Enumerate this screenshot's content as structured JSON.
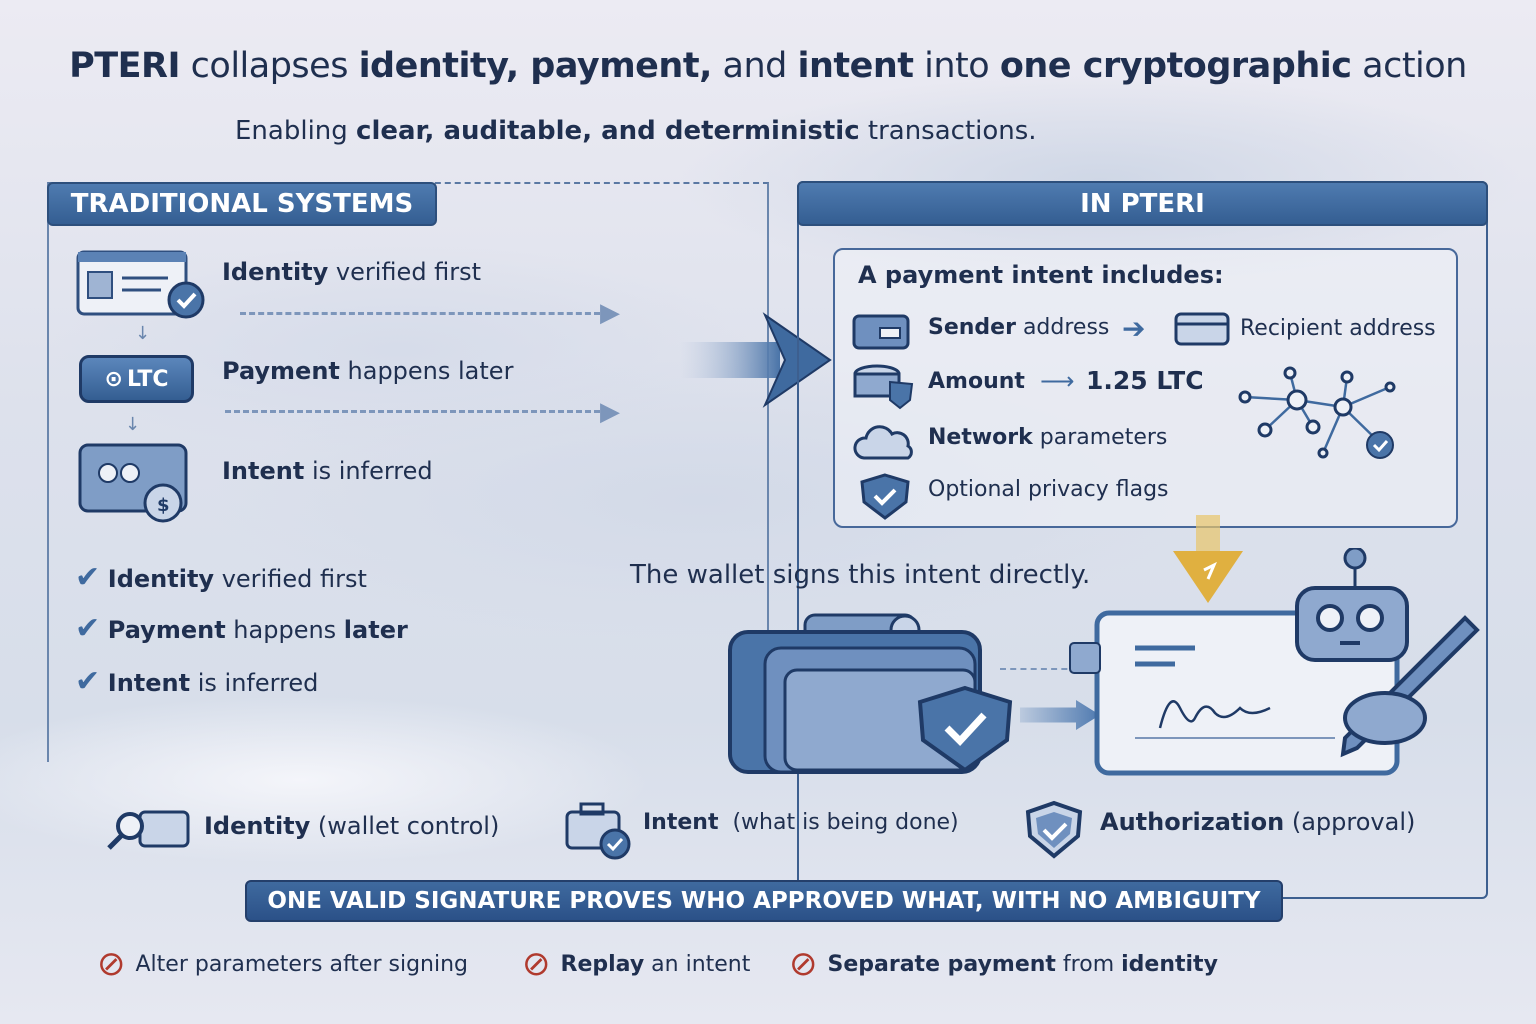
{
  "title": {
    "p0": "PTERI",
    "p1": " collapses ",
    "p2": "identity, payment,",
    "p3": " and ",
    "p4": "intent",
    "p5": " into ",
    "p6": "one cryptographic",
    "p7": " action"
  },
  "subtitle": {
    "p0": "Enabling ",
    "p1": "clear, auditable, and deterministic",
    "p2": " transactions."
  },
  "traditional": {
    "header": "TRADITIONAL SYSTEMS",
    "steps": [
      {
        "bold": "Identity",
        "rest": " verified first"
      },
      {
        "bold": "Payment",
        "rest": " happens later"
      },
      {
        "bold": "Intent",
        "rest": " is inferred"
      }
    ],
    "ltc_badge": "LTC",
    "checks": [
      {
        "bold": "Identity",
        "rest": " verified first"
      },
      {
        "bold": "Payment",
        "rest": " happens ",
        "bold2": "later"
      },
      {
        "bold": "Intent",
        "rest": " is inferred"
      }
    ]
  },
  "pteri": {
    "header": "IN PTERI",
    "intro": "A payment intent includes:",
    "sender": {
      "bold": "Sender",
      "rest": " address"
    },
    "recipient": "Recipient address",
    "amount_label": "Amount",
    "amount_value": "1.25 LTC",
    "network": {
      "bold": "Network",
      "rest": " parameters"
    },
    "privacy": "Optional privacy flags",
    "wallet_signs": "The wallet signs this intent directly."
  },
  "pillars": [
    {
      "bold": "Identity",
      "rest": " (wallet control)"
    },
    {
      "bold": "Intent",
      "rest": "  (what is being done)"
    },
    {
      "bold": "Authorization",
      "rest": " (approval)"
    }
  ],
  "banner": "ONE VALID SIGNATURE PROVES WHO APPROVED WHAT, WITH NO AMBIGUITY",
  "prohibited": [
    {
      "p0": "Alter parameters after signing",
      "p1": ""
    },
    {
      "p0": "Replay",
      "p1": " an intent"
    },
    {
      "p0": "Separate payment",
      "p1": " from ",
      "p2": "identity"
    }
  ],
  "colors": {
    "navy": "#1f2f4f",
    "accent": "#3f6a9f",
    "gold": "#e0b040",
    "forbid": "#b03a2e"
  }
}
